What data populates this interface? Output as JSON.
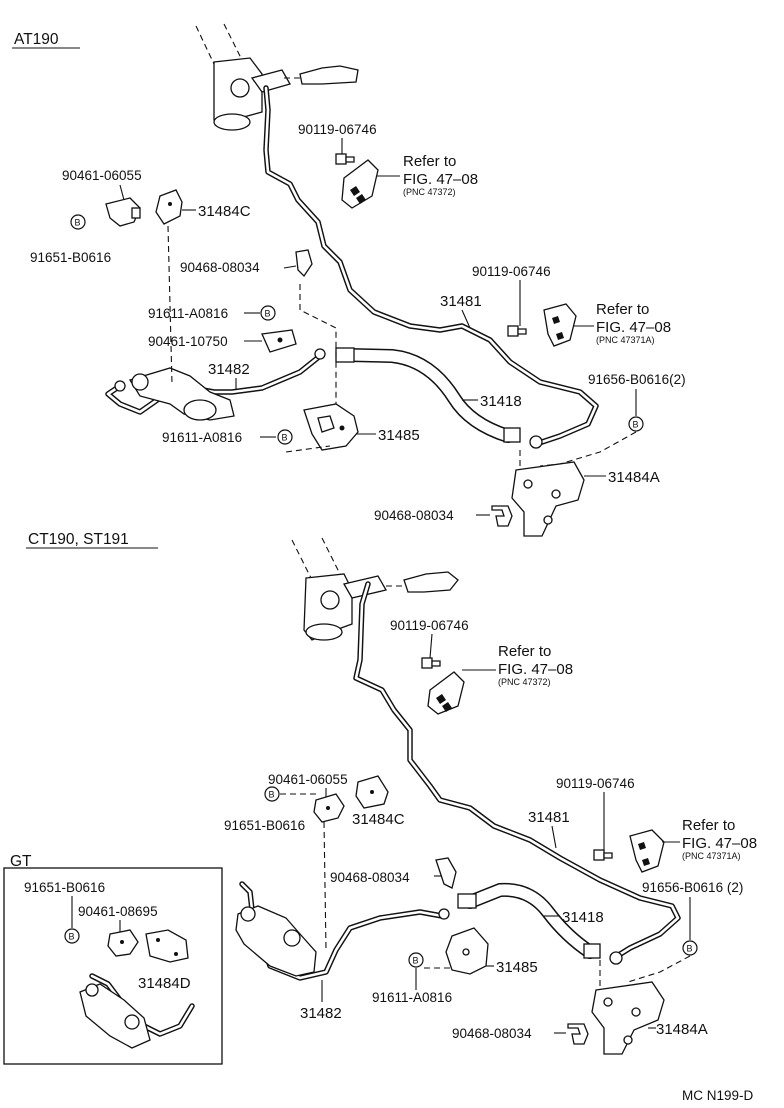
{
  "sections": {
    "at190": "AT190",
    "ct190_st191": "CT190, ST191",
    "gt": "GT"
  },
  "b_marker": "B",
  "refer_to": "Refer to",
  "fig_ref": "FIG. 47–08",
  "pnc_47372": "(PNC 47372)",
  "pnc_47371a": "(PNC 47371A)",
  "parts": {
    "p90119_06746": "90119-06746",
    "p90461_06055": "90461-06055",
    "p31484C": "31484C",
    "p91651_B0616": "91651-B0616",
    "p90468_08034": "90468-08034",
    "p91611_A0816": "91611-A0816",
    "p90461_10750": "90461-10750",
    "p31481": "31481",
    "p31482": "31482",
    "p31418": "31418",
    "p91656_B0616_2": "91656-B0616(2)",
    "p91656_B0616_2_sp": "91656-B0616 (2)",
    "p31485": "31485",
    "p31484A": "31484A",
    "p90461_08695": "90461-08695",
    "p31484D": "31484D"
  },
  "footer_code": "MC N199-D"
}
